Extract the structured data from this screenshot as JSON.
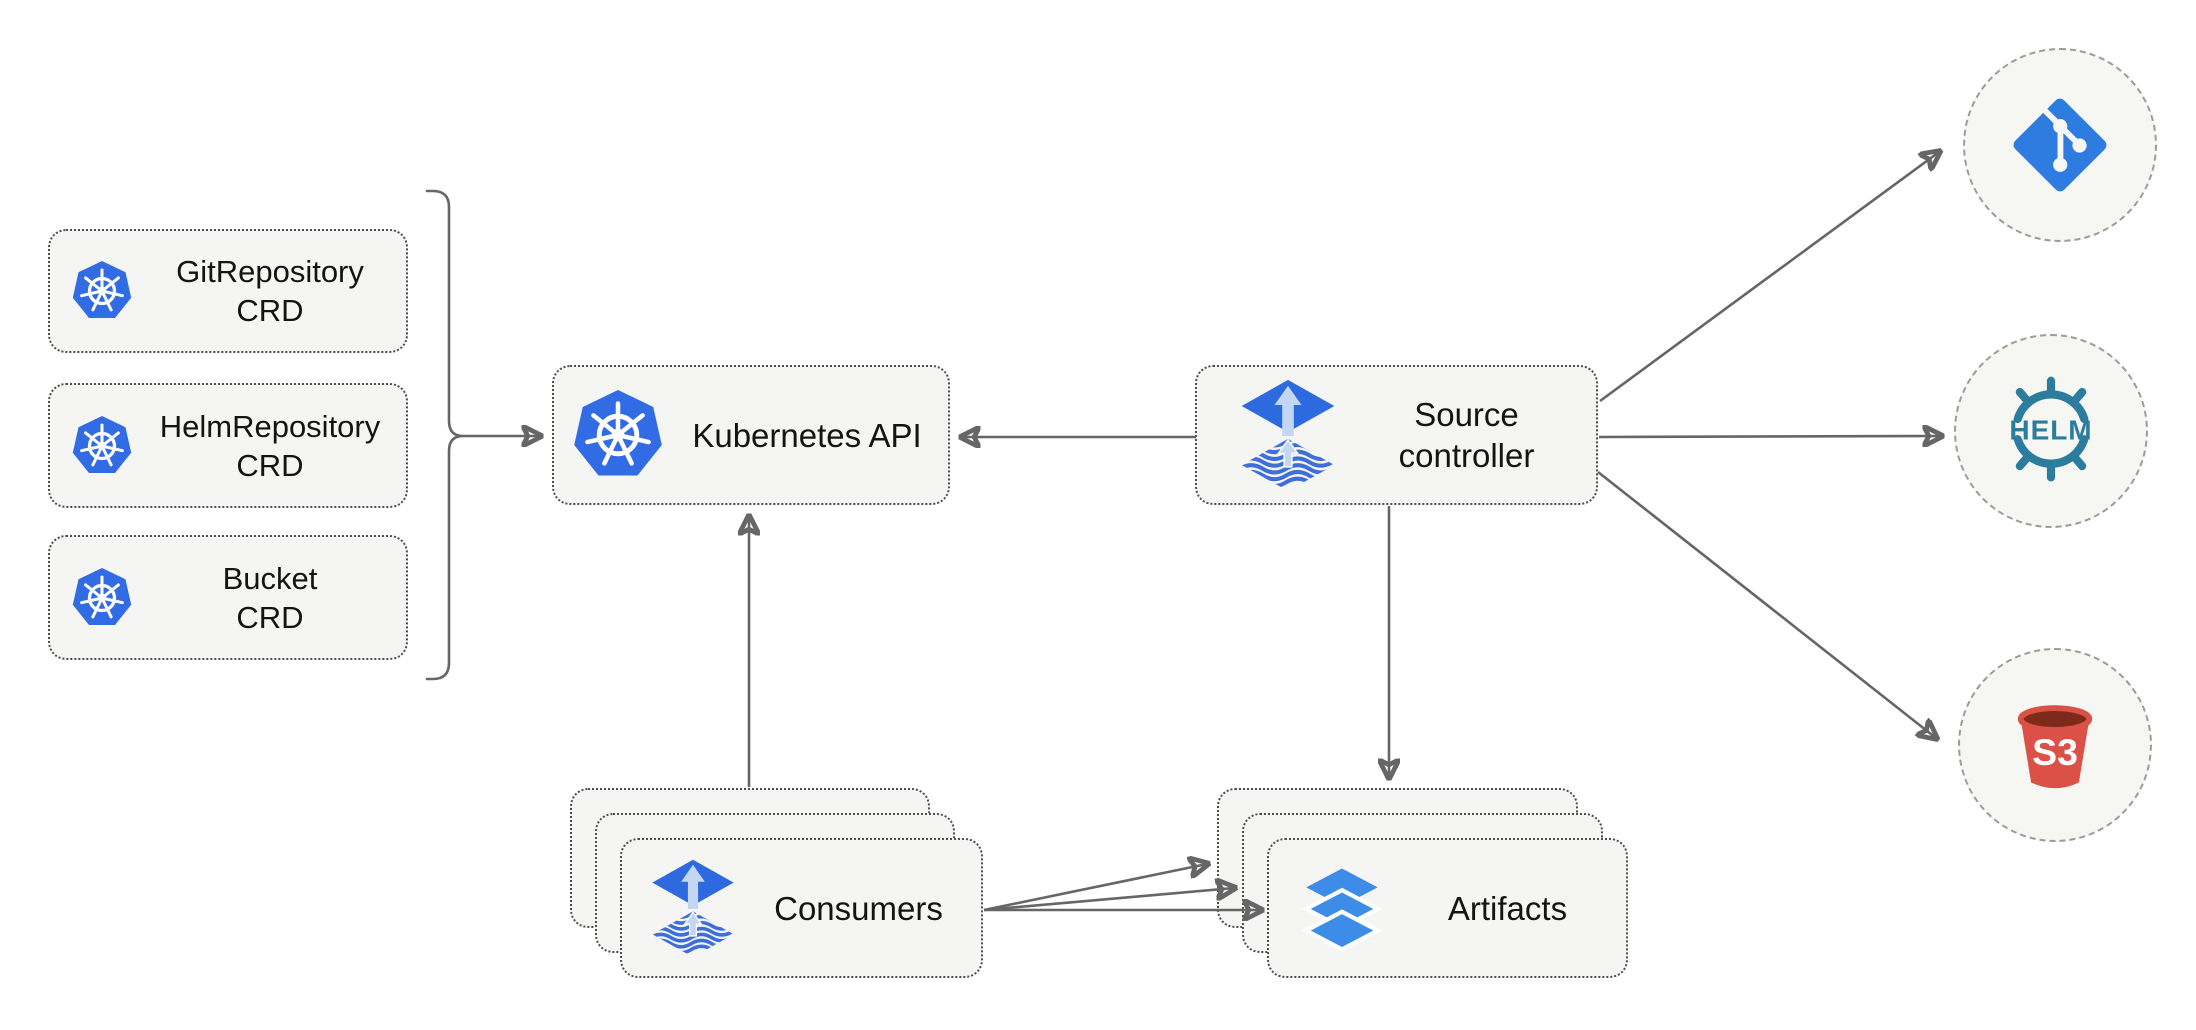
{
  "diagram": {
    "crd_boxes": [
      {
        "line1": "GitRepository",
        "line2": "CRD"
      },
      {
        "line1": "HelmRepository",
        "line2": "CRD"
      },
      {
        "line1": "Bucket",
        "line2": "CRD"
      }
    ],
    "kubernetes_api": {
      "label": "Kubernetes API"
    },
    "source_controller": {
      "line1": "Source",
      "line2": "controller"
    },
    "consumers": {
      "label": "Consumers"
    },
    "artifacts": {
      "label": "Artifacts"
    },
    "external_sources": {
      "git": {
        "icon": "git-icon"
      },
      "helm": {
        "icon": "helm-icon",
        "logo_text": "HELM"
      },
      "s3": {
        "icon": "s3-bucket-icon",
        "logo_text": "S3"
      }
    },
    "edges": [
      {
        "from": "crd-boxes",
        "to": "kubernetes-api"
      },
      {
        "from": "source-controller",
        "to": "kubernetes-api"
      },
      {
        "from": "consumers",
        "to": "kubernetes-api"
      },
      {
        "from": "source-controller",
        "to": "git-circle"
      },
      {
        "from": "source-controller",
        "to": "helm-circle"
      },
      {
        "from": "source-controller",
        "to": "s3-circle"
      },
      {
        "from": "source-controller",
        "to": "artifacts"
      },
      {
        "from": "consumers",
        "to": "artifacts-back"
      },
      {
        "from": "consumers",
        "to": "artifacts-middle"
      },
      {
        "from": "consumers",
        "to": "artifacts-front"
      }
    ],
    "colors": {
      "kubernetes_blue": "#326CE5",
      "flux_blue": "#2E6ADF",
      "flux_arrow_light": "#C3D7F4",
      "git_blue": "#2F7CE0",
      "helm_teal": "#2C7C9E",
      "s3_red": "#DC5147",
      "s3_dark_red": "#7E2A1B",
      "layers_blue": "#3D8DE8",
      "connector_gray": "#666666",
      "node_fill": "#F5F5F4",
      "node_border": "#4D4D4D",
      "circle_border": "#9C9C9C",
      "text": "#141414"
    }
  }
}
